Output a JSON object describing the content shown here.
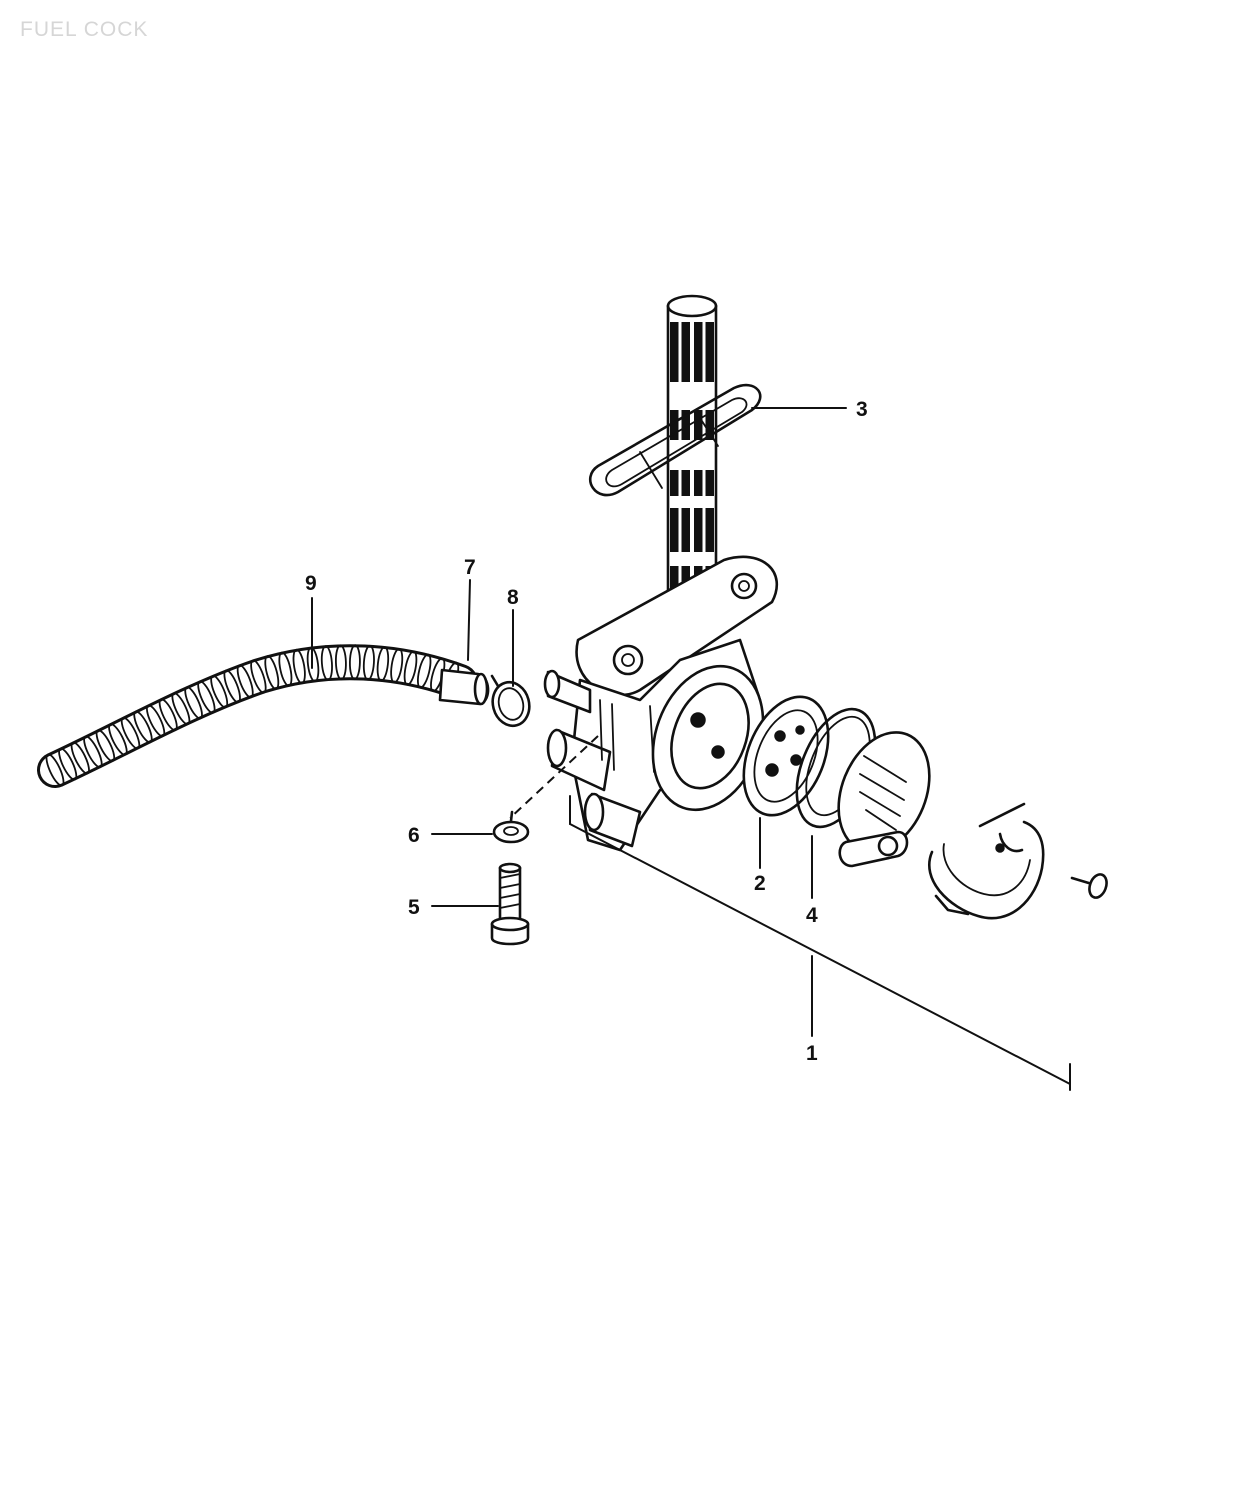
{
  "watermark": "FUEL COCK",
  "callouts": {
    "c1": "1",
    "c2": "2",
    "c3": "3",
    "c4": "4",
    "c5": "5",
    "c6": "6",
    "c7": "7",
    "c8": "8",
    "c9": "9"
  }
}
